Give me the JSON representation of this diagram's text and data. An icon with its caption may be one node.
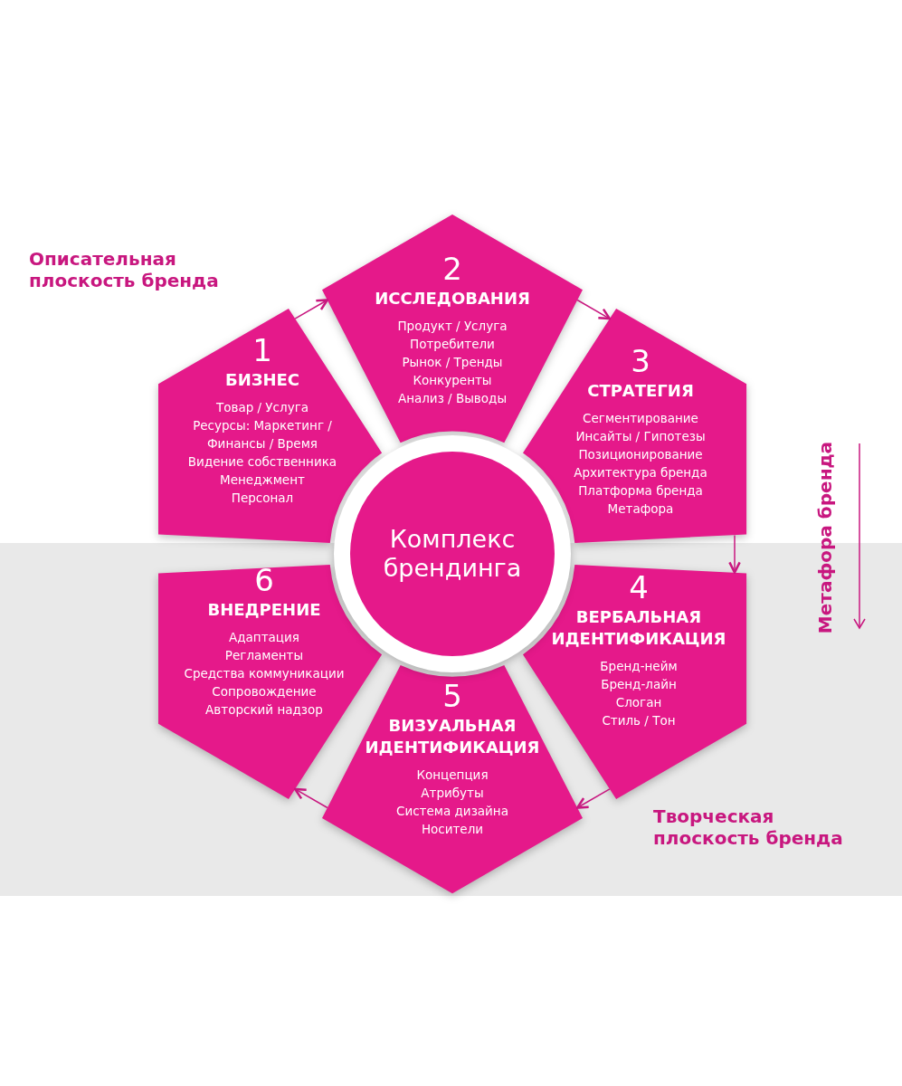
{
  "diagram": {
    "nodes": [
      {
        "text": [
          "1",
          "БИЗНЕС",
          "Товар / Услуга",
          "Ресурсы: Маркетинг / Финансы / Время",
          "Видение собственника",
          "Менеджмент",
          "Персонал"
        ]
      },
      {
        "text": [
          "2",
          "ИССЛЕДОВАНИЯ",
          "Продукт / Услуга",
          "Потребители",
          "Рынок / Тренды",
          "Конкуренты",
          "Анализ / Выводы"
        ]
      },
      {
        "text": [
          "3",
          "СТРАТЕГИЯ",
          "Сегментирование",
          "Инсайты / Гипотезы",
          "Позиционирование",
          "Архитектура бренда",
          "Платформа бренда",
          "Метафора"
        ]
      },
      {
        "text": [
          "4",
          "ВЕРБАЛЬНАЯ ИДЕНТИФИКАЦИЯ",
          "Бренд-нейм",
          "Бренд-лайн",
          "Слоган",
          "Стиль / Тон"
        ]
      },
      {
        "text": [
          "5",
          "ВИЗУАЛЬНАЯ ИДЕНТИФИКАЦИЯ",
          "Концепция",
          "Атрибуты",
          "Система дизайна",
          "Носители"
        ]
      },
      {
        "text": [
          "6",
          "ВНЕДРЕНИЕ",
          "Адаптация",
          "Регламенты",
          "Средства коммуникации",
          "Сопровождение",
          "Авторский надзор"
        ]
      },
      {
        "text": [
          "Комплекс брендинга"
        ]
      }
    ],
    "edges": [
      {
        "from": 0,
        "to": 1,
        "arrow": "to"
      },
      {
        "from": 1,
        "to": 2,
        "arrow": "to"
      },
      {
        "from": 2,
        "to": 3,
        "arrow": "to"
      },
      {
        "from": 3,
        "to": 4,
        "arrow": "to"
      },
      {
        "from": 4,
        "to": 5,
        "arrow": "to"
      }
    ],
    "labels": [
      "Описательная плоскость бренда",
      "Метафора бренда",
      "Творческая плоскость бренда"
    ]
  }
}
